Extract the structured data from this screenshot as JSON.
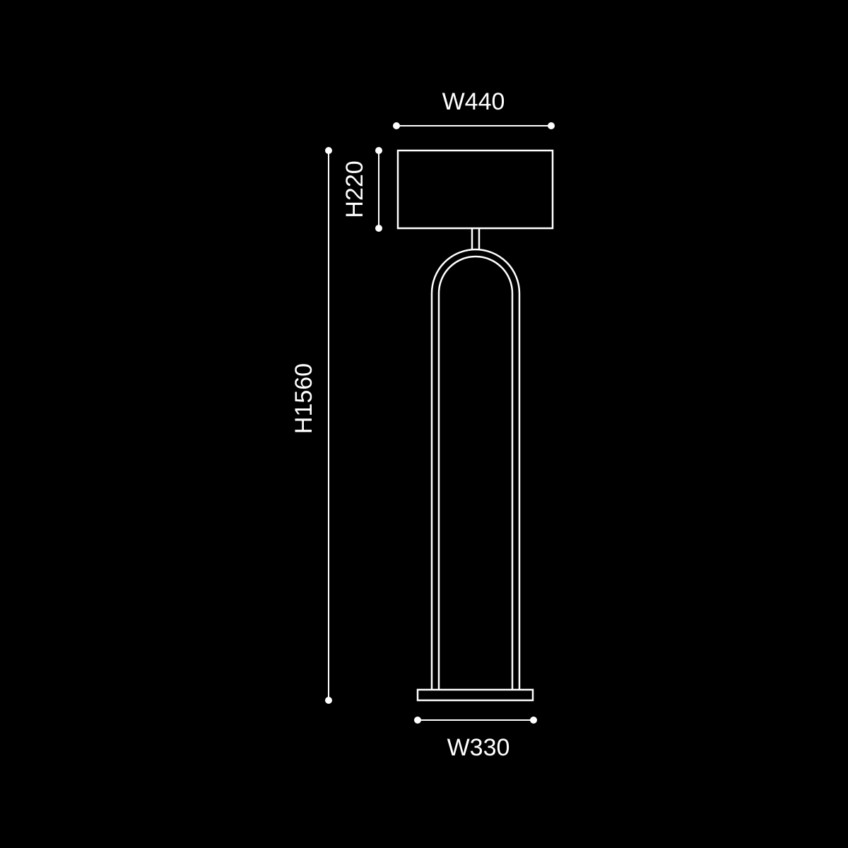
{
  "diagram": {
    "type": "dimension-drawing",
    "subject": "floor lamp",
    "background": "#000000",
    "line_color": "#ffffff",
    "dimensions": {
      "shade_width": "W440",
      "shade_height": "H220",
      "total_height": "H1560",
      "base_width": "W330"
    }
  }
}
